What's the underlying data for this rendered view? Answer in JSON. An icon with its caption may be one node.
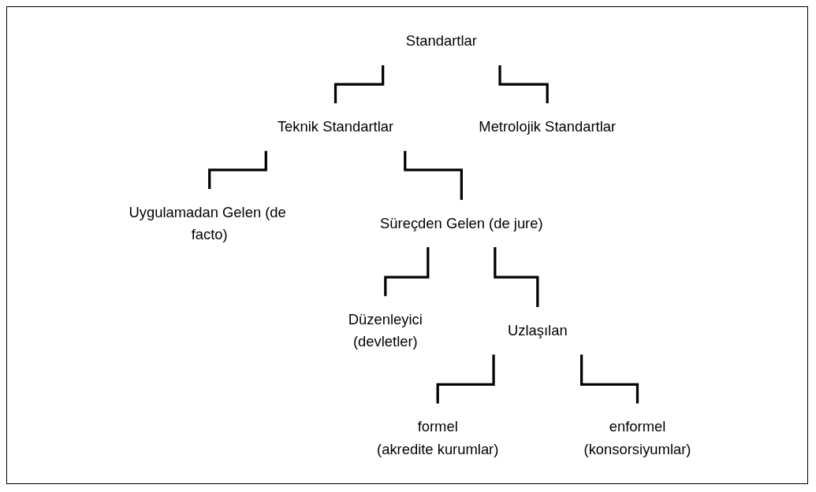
{
  "diagram": {
    "nodes": [
      {
        "text": [
          "Standartlar"
        ]
      },
      {
        "text": [
          "Teknik Standartlar"
        ]
      },
      {
        "text": [
          "Metrolojik Standartlar"
        ]
      },
      {
        "text": [
          "Uygulamadan Gelen (de facto)"
        ]
      },
      {
        "text": [
          "Süreçden Gelen (de jure)"
        ]
      },
      {
        "text": [
          "Düzenleyici",
          "(devletler)"
        ]
      },
      {
        "text": [
          "Uzlaşılan"
        ]
      },
      {
        "text": [
          "formel",
          "(akredite kurumlar)"
        ]
      },
      {
        "text": [
          "enformel",
          "(konsorsiyumlar)"
        ]
      }
    ],
    "edges": [
      {
        "from": 0,
        "to": 1,
        "arrow": "none"
      },
      {
        "from": 0,
        "to": 2,
        "arrow": "none"
      },
      {
        "from": 1,
        "to": 3,
        "arrow": "none"
      },
      {
        "from": 1,
        "to": 4,
        "arrow": "none"
      },
      {
        "from": 4,
        "to": 5,
        "arrow": "none"
      },
      {
        "from": 4,
        "to": 6,
        "arrow": "none"
      },
      {
        "from": 6,
        "to": 7,
        "arrow": "none"
      },
      {
        "from": 6,
        "to": 8,
        "arrow": "none"
      }
    ]
  }
}
